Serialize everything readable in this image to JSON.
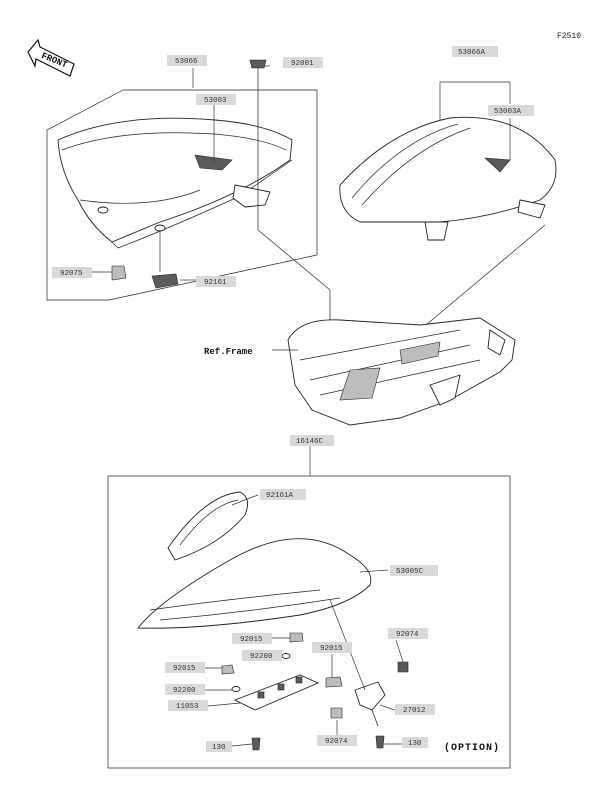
{
  "figure_id": "F2510",
  "front_label": "FRONT",
  "ref_frame": "Ref.Frame",
  "option_label": "(OPTION)",
  "parts": {
    "p53066": "53066",
    "p53003": "53003",
    "p92001": "92001",
    "p92075": "92075",
    "p92161": "92161",
    "p53066A": "53066A",
    "p53003A": "53003A",
    "p16146C": "16146C",
    "p92161A": "92161A",
    "p53005C": "53005C",
    "p92015a": "92015",
    "p92074a": "92074",
    "p92200a": "92200",
    "p92015b": "92015",
    "p92015c": "92015",
    "p92200b": "92200",
    "p11053": "11053",
    "p27012": "27012",
    "p92074b": "92074",
    "p130a": "130",
    "p130b": "130"
  }
}
